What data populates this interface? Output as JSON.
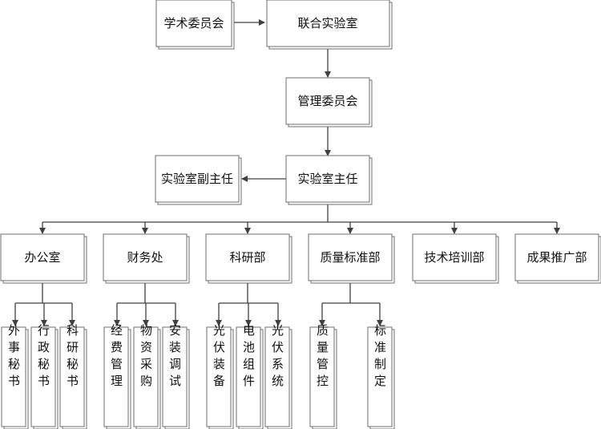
{
  "nodes": {
    "academic_committee": "学术委员会",
    "joint_lab": "联合实验室",
    "management_committee": "管理委员会",
    "lab_director": "实验室主任",
    "deputy_director": "实验室副主任",
    "office": "办公室",
    "finance": "财务处",
    "research": "科研部",
    "quality": "质量标准部",
    "training": "技术培训部",
    "promotion": "成果推广部",
    "foreign_secretary": "外事秘书",
    "admin_secretary": "行政秘书",
    "research_secretary": "科研秘书",
    "funds_management": "经费管理",
    "material_purchasing": "物资采购",
    "installation_testing": "安装调试",
    "pv_equipment": "光伏装备",
    "battery_module": "电池组件",
    "pv_system": "光伏系统",
    "quality_control": "质量管控",
    "standard_setting": "标准制定"
  }
}
